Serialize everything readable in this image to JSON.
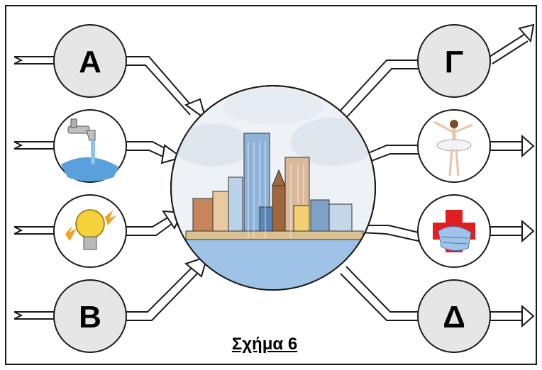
{
  "nodes": {
    "input_a": "Α",
    "input_b": "Β",
    "output_gamma": "Γ",
    "output_delta": "Δ"
  },
  "caption": "Σχήμα 6",
  "icons": {
    "input_2": "water-tap-icon",
    "input_3": "light-bulb-icon",
    "output_2": "ballerina-icon",
    "output_3": "medical-cross-mask-icon",
    "center": "city-skyline-icon"
  },
  "colors": {
    "node_fill": "#e6e6e6",
    "outline": "#1a1a1a",
    "water": "#9fc3e6",
    "sky": "#e8eef4"
  }
}
